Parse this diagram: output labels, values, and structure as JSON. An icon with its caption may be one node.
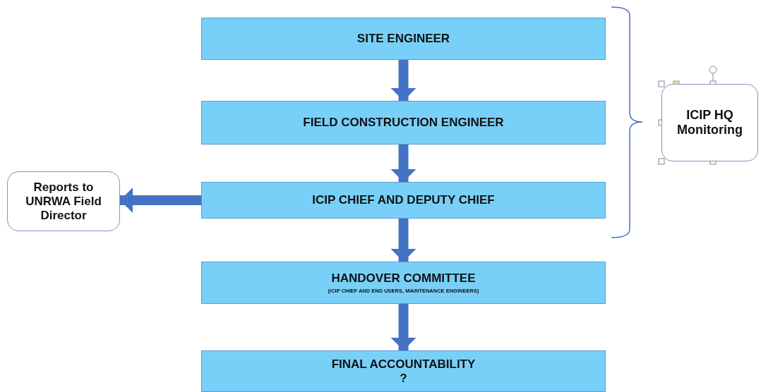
{
  "diagram": {
    "nodes": [
      {
        "text": [
          "SITE ENGINEER"
        ]
      },
      {
        "text": [
          "FIELD CONSTRUCTION ENGINEER"
        ]
      },
      {
        "text": [
          "ICIP CHIEF AND DEPUTY CHIEF"
        ]
      },
      {
        "text": [
          "Reports to UNRWA Field Director"
        ]
      },
      {
        "text": [
          "ICIP HQ Monitoring"
        ]
      },
      {
        "text": [
          "HANDOVER COMMITTEE",
          "(ICIP CHIEF AND END USERS, MAINTENANCE ENGINEERS)"
        ]
      },
      {
        "text": [
          "FINAL ACCOUNTABILITY",
          "?"
        ]
      }
    ],
    "edges": [
      {
        "from": 0,
        "to": 1,
        "arrow": "to"
      },
      {
        "from": 1,
        "to": 2,
        "arrow": "to"
      },
      {
        "from": 2,
        "to": 3,
        "arrow": "to"
      },
      {
        "from": 2,
        "to": 5,
        "arrow": "to"
      },
      {
        "from": 5,
        "to": 6,
        "arrow": "to"
      }
    ]
  }
}
